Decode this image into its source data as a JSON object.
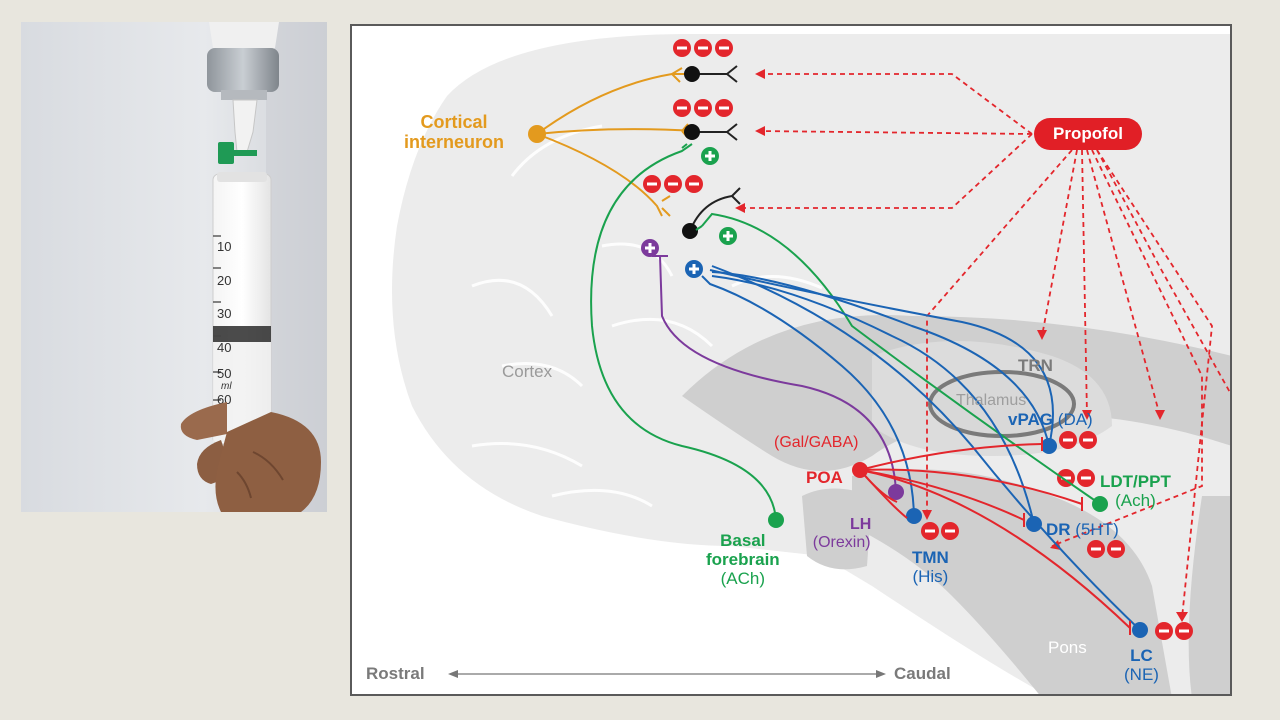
{
  "photo": {
    "syringe_marks": [
      "10",
      "20",
      "30",
      "40",
      "50",
      "60"
    ],
    "syringe_unit": "ml"
  },
  "diagram": {
    "propofol": "Propofol",
    "cortical_interneuron": [
      "Cortical",
      "interneuron"
    ],
    "cortex": "Cortex",
    "thalamus": "Thalamus",
    "trn": "TRN",
    "vpag": "vPAG",
    "vpag_nt": "(DA)",
    "gal_gaba": "(Gal/GABA)",
    "poa": "POA",
    "ldt_ppt": "LDT/PPT",
    "ldt_nt": "(Ach)",
    "lh": "LH",
    "lh_nt": "(Orexin)",
    "tmn": "TMN",
    "tmn_nt": "(His)",
    "dr": "DR",
    "dr_nt": "(5HT)",
    "basal_forebrain": [
      "Basal",
      "forebrain"
    ],
    "basal_nt": "(ACh)",
    "pons": "Pons",
    "lc": "LC",
    "lc_nt": "(NE)",
    "rostral": "Rostral",
    "caudal": "Caudal"
  },
  "colors": {
    "propofol_red": "#e11f26",
    "inhibit_red": "#e3262c",
    "orange": "#e39a1e",
    "green": "#1aa24e",
    "blue": "#1b64b4",
    "purple": "#7c3a9c",
    "brain_gray": "#d4d4d4"
  }
}
